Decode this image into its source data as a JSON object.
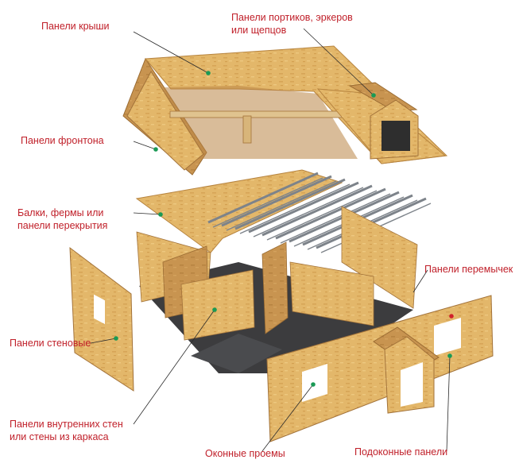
{
  "colors": {
    "label_text": "#c0202a",
    "leader_line": "#2a2a2a",
    "marker": "#1a9a55",
    "marker_red": "#d0202a",
    "osb_light": "#e6bb6e",
    "osb_mid": "#d3a054",
    "osb_dark": "#a8763a",
    "steel": "#8a8f96",
    "floor": "#3a3a3c"
  },
  "labels": {
    "roof_panels": "Панели крыши",
    "portico_line1": "Панели портиков, эркеров",
    "portico_line2": "или щепцов",
    "gable_panels": "Панели фронтона",
    "beams_line1": "Балки, фермы или",
    "beams_line2": "панели перекрытия",
    "lintel_panels": "Панели перемычек",
    "wall_panels": "Панели стеновые",
    "inner_walls_line1": "Панели внутренних стен",
    "inner_walls_line2": "или стены из каркаса",
    "window_openings": "Оконные проемы",
    "sill_panels": "Подоконные панели"
  }
}
